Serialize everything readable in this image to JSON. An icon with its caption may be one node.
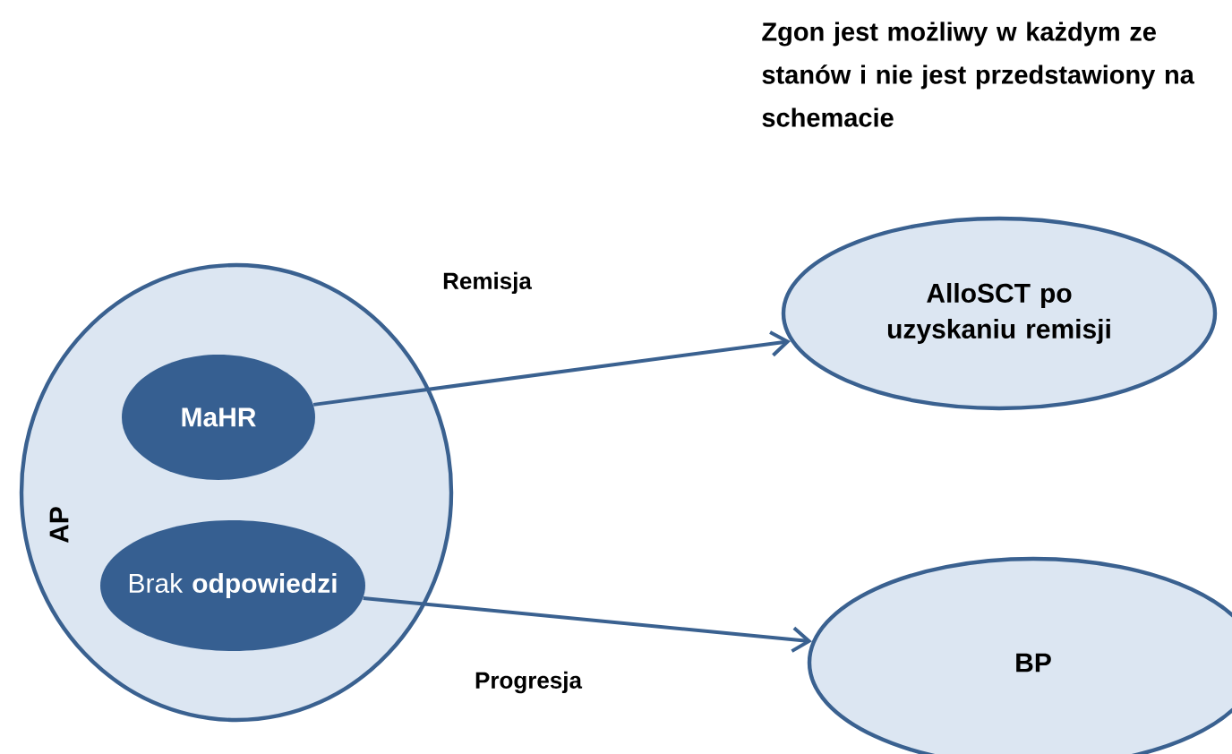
{
  "diagram": {
    "nodes": [
      {
        "text": [
          "AP"
        ]
      },
      {
        "text": [
          "MaHR"
        ],
        "in": 0
      },
      {
        "text": [
          "Brak **odpowiedzi**"
        ],
        "in": 0
      },
      {
        "text": [
          "AlloSCT po uzyskaniu remisji"
        ]
      },
      {
        "text": [
          "BP"
        ]
      }
    ],
    "edges": [
      {
        "from": 1,
        "to": 3,
        "arrow": "to",
        "label": "Remisja"
      },
      {
        "from": 2,
        "to": 4,
        "arrow": "to",
        "label": "Progresja"
      }
    ],
    "labels": [
      "Zgon jest możliwy w każdym ze stanów i nie jest przedstawiony na schemacie"
    ]
  }
}
